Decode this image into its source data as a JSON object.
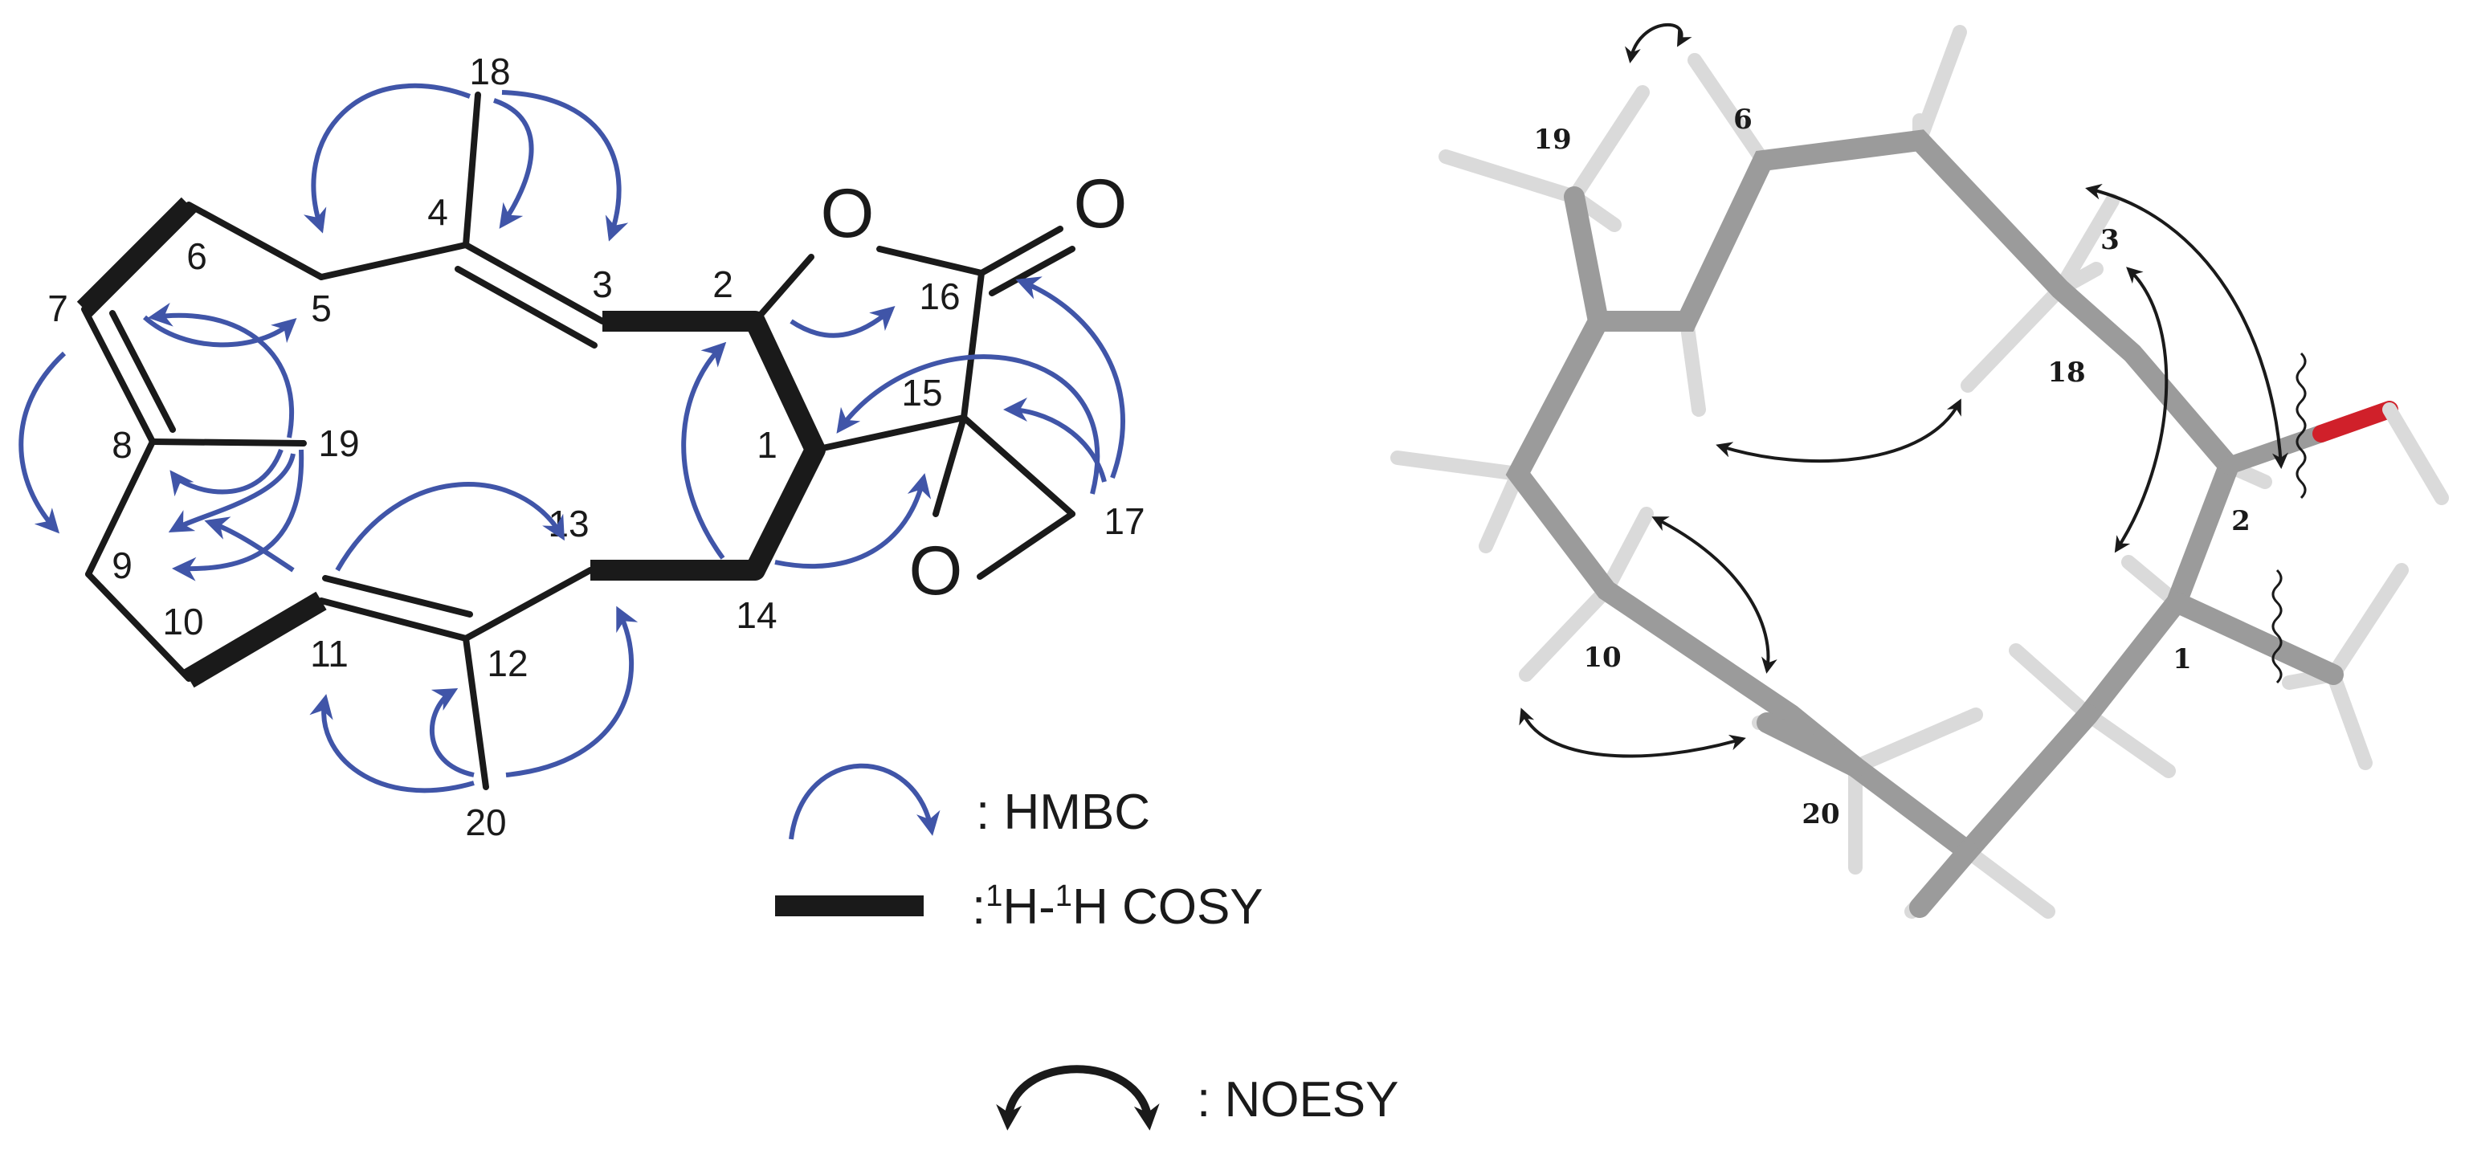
{
  "structure2d": {
    "atoms": {
      "a1": "1",
      "a2": "2",
      "a3": "3",
      "a4": "4",
      "a5": "5",
      "a6": "6",
      "a7": "7",
      "a8": "8",
      "a9": "9",
      "a10": "10",
      "a11": "11",
      "a12": "12",
      "a13": "13",
      "a14": "14",
      "a15": "15",
      "a16": "16",
      "a17": "17",
      "a18": "18",
      "a19": "19",
      "a20": "20"
    },
    "heteroatoms": {
      "o_ring": "O",
      "o_carbonyl": "O",
      "o_epoxide": "O"
    }
  },
  "legend": {
    "hmbc_label": ": HMBC",
    "cosy_prefix": ":",
    "cosy_sup1": "1",
    "cosy_h1": "H-",
    "cosy_sup2": "1",
    "cosy_h2": "H COSY",
    "noesy_label": ": NOESY"
  },
  "model3d": {
    "labels": {
      "l19": "19",
      "l6": "6",
      "l3": "3",
      "l18": "18",
      "l2": "2",
      "l1": "1",
      "l10": "10",
      "l20": "20"
    }
  },
  "colors": {
    "hmbc_arrow": "#4055a8",
    "bond": "#1a1a1a",
    "carbon_stick": "#9b9b9b",
    "hydrogen_stick": "#dadada",
    "oxygen": "#d0202a"
  }
}
